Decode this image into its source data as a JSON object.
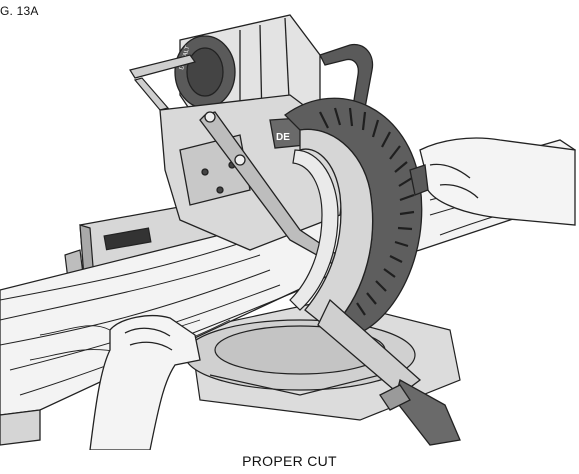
{
  "figure": {
    "label": "G. 13A",
    "caption": "PROPER CUT"
  },
  "illustration": {
    "brand_text_on_motor": "DEWALT",
    "brand_text_on_fence": "DE"
  },
  "colors": {
    "ink": "#222222",
    "light_grey": "#e6e6e6",
    "mid_grey": "#b9b9b9",
    "dark_grey": "#555555",
    "board": "#f2f2f2"
  }
}
